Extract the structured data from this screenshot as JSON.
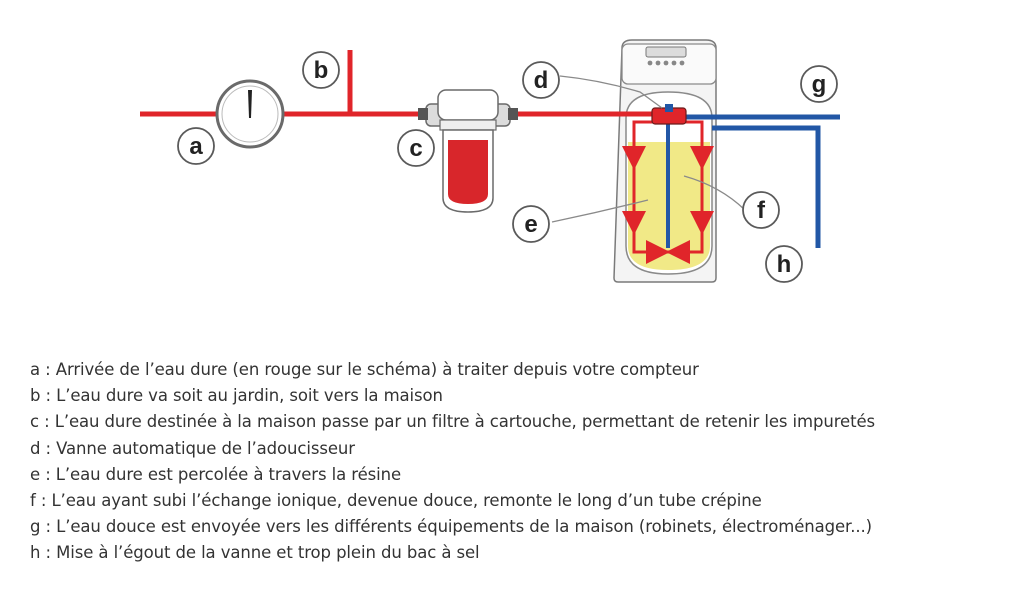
{
  "colors": {
    "hard_water": "#e0252a",
    "soft_water": "#2257a6",
    "resin": "#efe77a",
    "outline": "#7a7a7a",
    "text": "#333333"
  },
  "labels": {
    "a": "a",
    "b": "b",
    "c": "c",
    "d": "d",
    "e": "e",
    "f": "f",
    "g": "g",
    "h": "h"
  },
  "legend": [
    "a : Arrivée de l’eau dure (en rouge sur le schéma) à traiter depuis votre compteur",
    "b : L’eau dure va soit au jardin, soit vers la maison",
    "c : L’eau dure destinée à la maison passe par un filtre à cartouche, permettant de retenir les impuretés",
    "d : Vanne automatique de l’adoucisseur",
    "e : L’eau dure est percolée à travers la résine",
    "f :  L’eau ayant subi l’échange ionique, devenue douce, remonte le long d’un tube crépine",
    "g : L’eau douce est envoyée vers les différents équipements de la maison (robinets, électroménager...)",
    "h : Mise à l’égout de la vanne et trop plein du bac à sel"
  ]
}
